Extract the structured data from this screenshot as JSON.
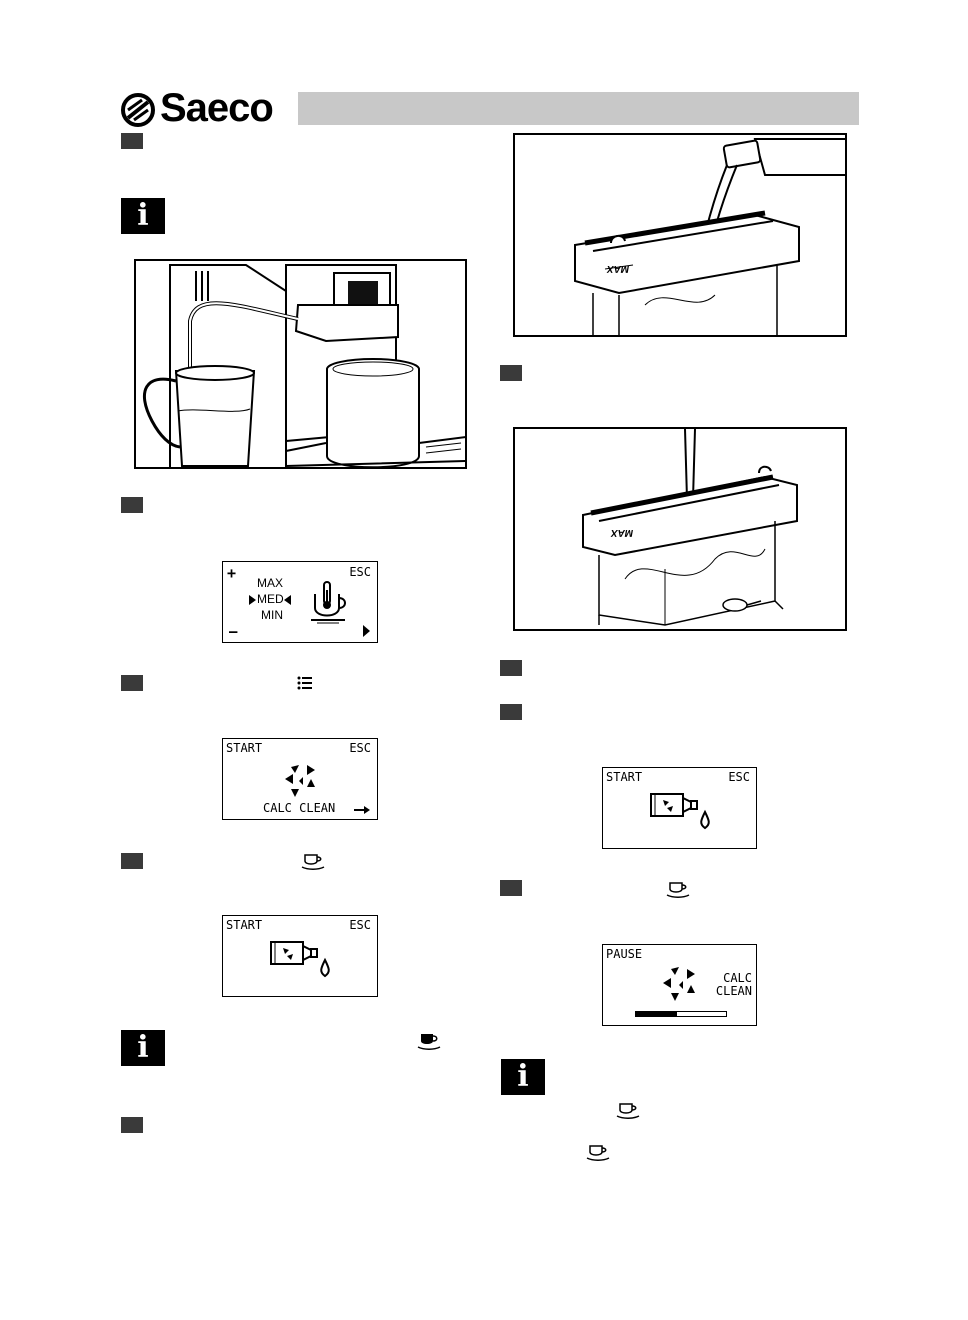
{
  "brand": {
    "name": "Saeco",
    "accent": "#000000",
    "bar_color": "#c8c8c8"
  },
  "icons": {
    "menu": "list-icon",
    "cup": "coffee-cup-icon",
    "info": "info-icon",
    "descaler": "descaler-bottle-icon",
    "drop": "water-drop-icon",
    "temperature": "thermometer-cup-icon"
  },
  "info_symbol": "i",
  "screen_temperature": {
    "plus": "+",
    "minus": "–",
    "esc": "ESC",
    "level_max": "MAX",
    "level_med": "MED",
    "level_min": "MIN"
  },
  "screen_menu": {
    "start": "START",
    "esc": "ESC",
    "label": "CALC CLEAN"
  },
  "screen_start_left": {
    "start": "START",
    "esc": "ESC"
  },
  "screen_start_right": {
    "start": "START",
    "esc": "ESC"
  },
  "screen_pause": {
    "pause": "PAUSE",
    "label_line1": "CALC",
    "label_line2": "CLEAN",
    "progress": 0.45
  },
  "tank_label": "MAX"
}
